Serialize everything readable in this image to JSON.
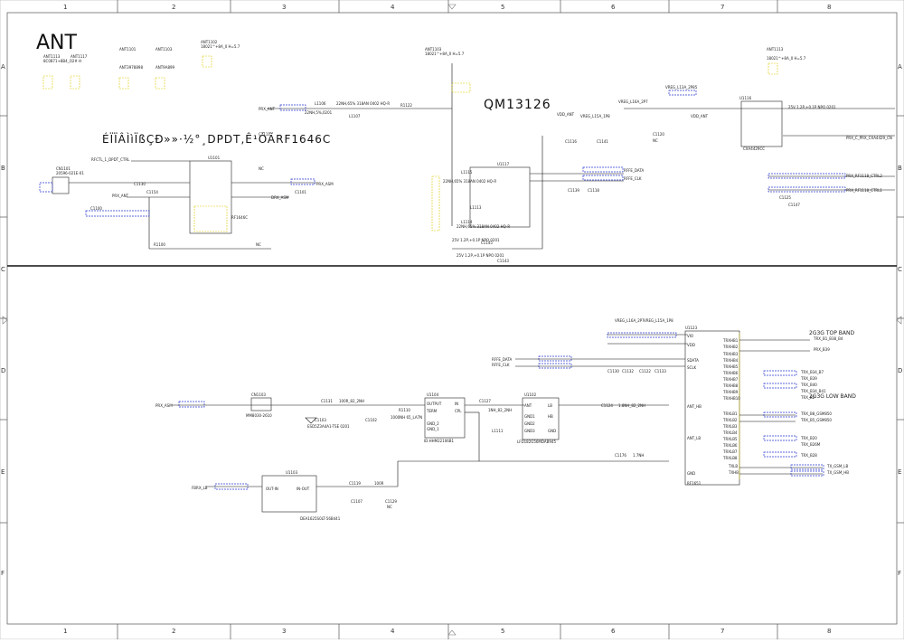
{
  "sheet": {
    "title": "ANT",
    "subtitle_chip": "QM13126",
    "subtitle_rf": "ÉÏÏÂÌìÏßÇÐ»»·½°¸DPDT,Ê¹ÓÃRF1646C",
    "columns": [
      "1",
      "2",
      "3",
      "4",
      "5",
      "6",
      "7",
      "8"
    ],
    "rows": [
      "A",
      "B",
      "C",
      "D",
      "E",
      "F"
    ]
  },
  "top_labels": {
    "ant1101": "ANT1101",
    "ant1102": "ANT1102",
    "ant1103": "ANT1103",
    "ant1113": "ANT1113",
    "ant1117": "ANT1117",
    "ant1102_note": "18021^+8A_0 H=5.7",
    "ant1103_note": "18021^+8A_0 H=5.7",
    "ant1113_note": "18021^+8A_0 H=5.7",
    "ant_pn1": "ANT3978898",
    "ant_pn2": "ANT9A899",
    "ant1113_pn": "8C0871+8B4_O2# H",
    "rfant": "PRX_ANT",
    "l1106": "L1106",
    "l1107": "L1107",
    "l1106_val": "22NH,5%,0201",
    "c_line": "22NH,65% 318AN 0402 HQ-R",
    "r1122": "R1122",
    "qm_ic": "U1117",
    "rffe_data": "RFFE_DATA",
    "rffe_clk": "RFFE_CLK",
    "vdd_ant": "VDD_ANT",
    "vreg_l15a": "VREG_L15A_1P8",
    "vreg_l16a": "VREG_L16A_2P7",
    "vreg_l13a": "VREG_L13A_2P85",
    "cxa": "CXA4429CC",
    "u1116": "U1116",
    "rfsw_note": "25V 1.2P,+0.1P NPO 0201",
    "prx_caxa": "PRX_C_PRX_CXA4429_CN",
    "prx_rf1118": "PRX_RF1118_CTRL2",
    "prx_rf1118b": "PRX_RF1118_CTRL1",
    "cn1101": "CN1101",
    "cn1101_pn": "20596-021E-01",
    "rfsw_ctrl": "RFCTL_1_DPDT_CTRL",
    "c1130": "C1130",
    "prx_ant_b": "PRX_ANT",
    "c1154": "C1154",
    "rf1646": "RF1646C",
    "u1101": "U1101",
    "drx_asm": "DRX_ASM",
    "prx_asm": "PRX_ASM",
    "c1101": "C1101",
    "r1100": "R1100",
    "nc": "NC",
    "c1100": "C1100",
    "l1115": "L1115",
    "l1113": "L1113",
    "l1114": "L1114",
    "l1115_val": "22NH,65% 318AN 0402 HQ-R",
    "c1145": "C1145",
    "c1143": "C1143",
    "c1143_val": "25V 1.2P,+0.1P NPO 0201",
    "npo_label": "25V 1.2P,+0.1P NPO 0201",
    "c1116": "C1116",
    "c1141": "C1141",
    "c1120": "C1120",
    "c1147": "C1147",
    "c1125": "C1125",
    "c1139": "C1139",
    "c1118": "C1118",
    "c1111": "C1111"
  },
  "bottom_labels": {
    "prx_asm": "PRX_ASM",
    "cn1103": "CN1103",
    "cn1103_pn": "MM8030-2610",
    "c1131": "C1131",
    "c1131_val": "100R_82_2NH",
    "c1103": "C1103",
    "c1102": "C1102",
    "d1101": "ESD5Z3A4A1-TSE 0201",
    "r1110": "R1110",
    "r1110_val": "1000NH 65_LA7N",
    "u1104": "U1104",
    "u1104_pins": [
      "OUTPUT",
      "TERM",
      "GND_2",
      "GND_1",
      "IN",
      "CPL"
    ],
    "u1104_pn": "ID:HHM22106B1",
    "c1127": "C1127",
    "c1127_val": "1NH_82_2NH",
    "u1102": "U1102",
    "u1102_pins": [
      "ANT",
      "GND1",
      "GND2",
      "GND3",
      "LB",
      "HB",
      "GND"
    ],
    "u1102_pn": "LFD182G56MDAB945",
    "c1124": "C1124",
    "c1124_val": "1.8NH_82_2NH",
    "c1176": "C1176",
    "c1176_val": "1.7NH",
    "l1111": "L1111",
    "u1103": "U1103",
    "u1103_pins": [
      "OUT-IN",
      "IN-OUT"
    ],
    "u1103_pn": "DEA1625S0LT-56B441",
    "fbrx": "FBRX_LB",
    "c1119": "C1119",
    "c1119_val": "100R",
    "c1107": "C1107",
    "c1129": "C1129",
    "c1129_val": "NC",
    "vreg_l16a": "VREG_L16A_2P7",
    "vreg_l15a": "VREG_L15A_1P8",
    "u1123": "U1123",
    "u1123_pins": [
      "VIO",
      "VDD",
      "SDATA",
      "SCLK",
      "ANT_HB",
      "ANT_LB",
      "GND"
    ],
    "u1123_pn": "RF1651",
    "rffe_data": "RFFE_DATA",
    "rffe_clk": "RFFE_CLK",
    "c1130b": "C1130",
    "c1132": "C1132",
    "c1133": "C1133",
    "c1122": "C1122",
    "right_trx_pins": [
      "TRXHB1",
      "TRXHB2",
      "TRXHB3",
      "TRXHB4",
      "TRXHB5",
      "TRXHB6",
      "TRXHB7",
      "TRXHB8",
      "TRXHB9",
      "TRXHB10",
      "TRXLB1",
      "TRXLB2",
      "TRXLB3",
      "TRXLB4",
      "TRXLB5",
      "TRXLB6",
      "TRXLB7",
      "TRXLB8",
      "TXLB",
      "TXHB"
    ],
    "trx_labels": [
      "TRX_B1_B38_B4",
      "PRX_B39",
      "TRX_B34_B7",
      "TRX_B39",
      "TRX_B40",
      "TRX_B34_B41",
      "TRX_B2",
      "TRX_B8_GSM850",
      "TRX_B5_GSM850",
      "TRX_B20",
      "TRX_B26M",
      "TRX_B28",
      "TX_GSM_LB",
      "TX_GSM_HB"
    ],
    "note_high": "2G3G TOP BAND",
    "note_low": "2G3G LOW BAND"
  }
}
